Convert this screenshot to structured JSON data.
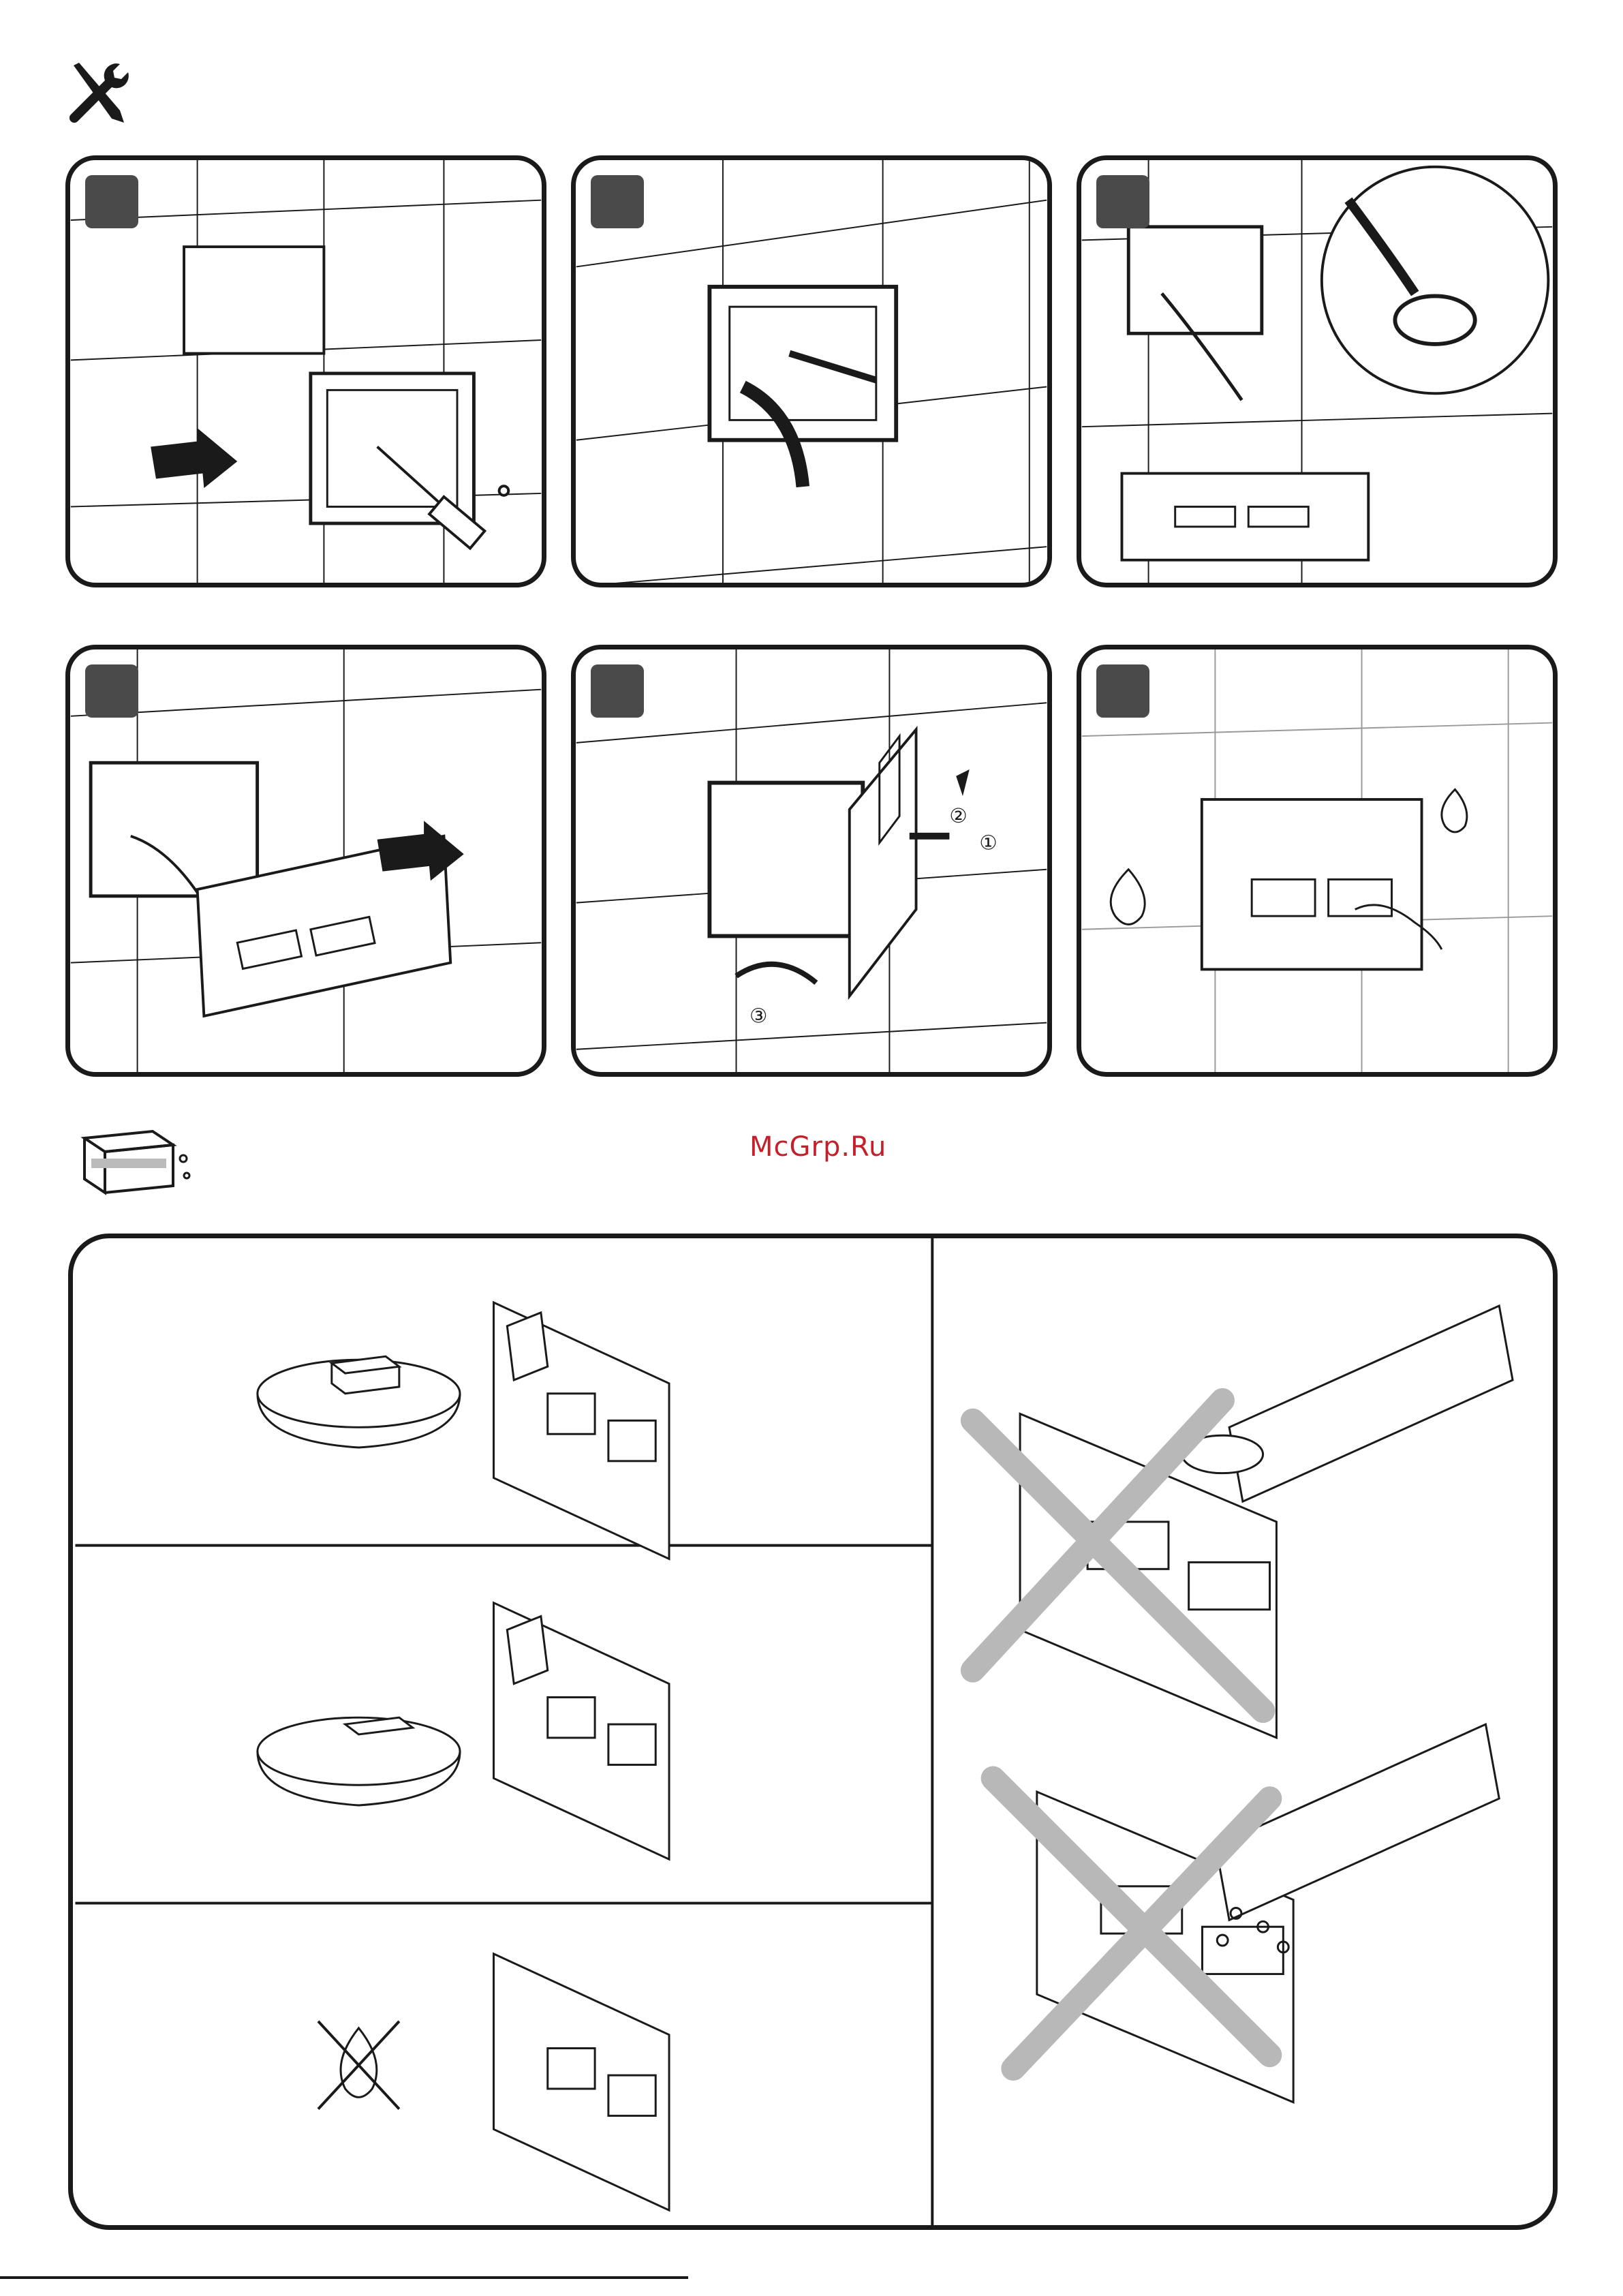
{
  "header": {
    "icon": "tools-icon"
  },
  "steps": [
    {
      "badge": "",
      "illustration": "remove-cover-screws"
    },
    {
      "badge": "",
      "illustration": "frame-with-hose"
    },
    {
      "badge": "",
      "illustration": "connect-hose-detail"
    },
    {
      "badge": "",
      "illustration": "insert-plate"
    },
    {
      "badge": "",
      "illustration": "mount-plate-sequence"
    },
    {
      "badge": "",
      "illustration": "press-flush-button"
    }
  ],
  "callouts": {
    "n1": "①",
    "n2": "②",
    "n3": "③"
  },
  "care": {
    "icon": "sponge-care-icon",
    "watermark": "McGrp.Ru",
    "rows": [
      {
        "illustration": "soapy-sponge-wipe"
      },
      {
        "illustration": "wet-sponge-wipe"
      },
      {
        "illustration": "dry-cloth-no-water"
      }
    ],
    "prohibited": [
      {
        "illustration": "no-liquid-chemical-cleaner"
      },
      {
        "illustration": "no-abrasive-powder"
      }
    ]
  },
  "colors": {
    "line": "#1a1a1a",
    "badge": "#4a4a4a",
    "watermark": "#c4202b",
    "cross": "#b8b8b8"
  }
}
